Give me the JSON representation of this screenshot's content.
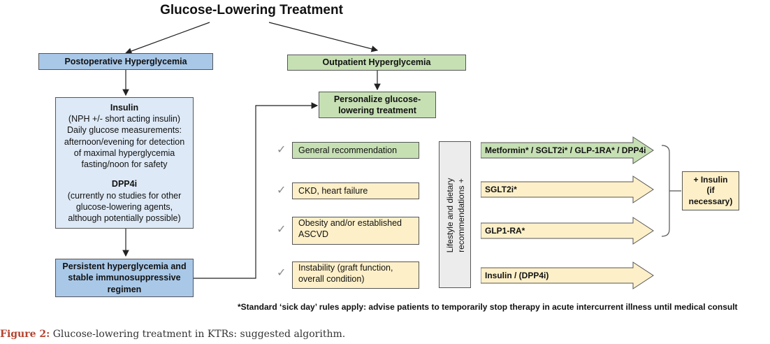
{
  "title": "Glucose-Lowering Treatment",
  "postop": {
    "header": "Postoperative Hyperglycemia",
    "insulin_title": "Insulin",
    "insulin_lines": [
      "(NPH +/- short acting insulin)",
      "Daily glucose measurements:",
      "afternoon/evening for detection",
      "of maximal  hyperglycemia",
      "fasting/noon for safety"
    ],
    "dpp4i_title": "DPP4i",
    "dpp4i_lines": [
      "(currently no studies for other",
      "glucose-lowering agents,",
      "although potentially possible)"
    ],
    "persistent_lines": [
      "Persistent hyperglycemia and",
      "stable immunosuppressive",
      "regimen"
    ]
  },
  "outpatient": {
    "header": "Outpatient Hyperglycemia",
    "personalize_lines": [
      "Personalize glucose-",
      "lowering treatment"
    ]
  },
  "conditions": [
    {
      "check": "✓",
      "lines": [
        "General recommendation"
      ],
      "color": "#c6e0b4"
    },
    {
      "check": "✓",
      "lines": [
        "CKD, heart failure"
      ],
      "color": "#fdf0c9"
    },
    {
      "check": "✓",
      "lines": [
        "Obesity and/or established",
        "ASCVD"
      ],
      "color": "#fdf0c9"
    },
    {
      "check": "✓",
      "lines": [
        "Instability (graft function,",
        "overall condition)"
      ],
      "color": "#fdf0c9"
    }
  ],
  "lifestyle_lines": [
    "Lifestyle and dietary",
    "recommendations +"
  ],
  "therapies": [
    {
      "label": "Metformin* / SGLT2i* / GLP-1RA* / DPP4i",
      "color": "#c6e0b4"
    },
    {
      "label": "SGLT2i*",
      "color": "#fdf0c9"
    },
    {
      "label": "GLP1-RA*",
      "color": "#fdf0c9"
    },
    {
      "label": "Insulin / (DPP4i)",
      "color": "#fdf0c9"
    }
  ],
  "insulin_box": [
    "+ Insulin",
    "(if",
    "necessary)"
  ],
  "footnote": "*Standard ‘sick day’ rules apply: advise patients to temporarily stop therapy in acute intercurrent illness until medical consult",
  "caption": {
    "label": "Figure 2:",
    "text": " Glucose-lowering treatment in KTRs: suggested algorithm."
  }
}
